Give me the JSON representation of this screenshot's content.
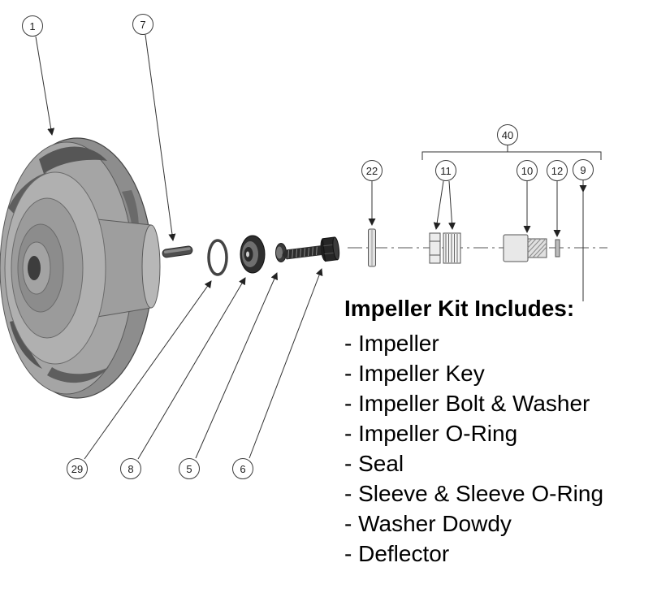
{
  "diagram": {
    "callouts": [
      {
        "label": "1"
      },
      {
        "label": "7"
      },
      {
        "label": "40"
      },
      {
        "label": "22"
      },
      {
        "label": "11"
      },
      {
        "label": "10"
      },
      {
        "label": "12"
      },
      {
        "label": "9"
      },
      {
        "label": "29"
      },
      {
        "label": "8"
      },
      {
        "label": "5"
      },
      {
        "label": "6"
      }
    ]
  },
  "kit": {
    "title": "Impeller Kit Includes:",
    "items": [
      "- Impeller",
      "- Impeller Key",
      "- Impeller Bolt & Washer",
      "- Impeller O-Ring",
      "- Seal",
      "- Sleeve & Sleeve O-Ring",
      "- Washer Dowdy",
      "- Deflector"
    ]
  },
  "colors": {
    "background": "#ffffff",
    "line": "#222222",
    "impeller_grey": "#a5a5a5"
  }
}
